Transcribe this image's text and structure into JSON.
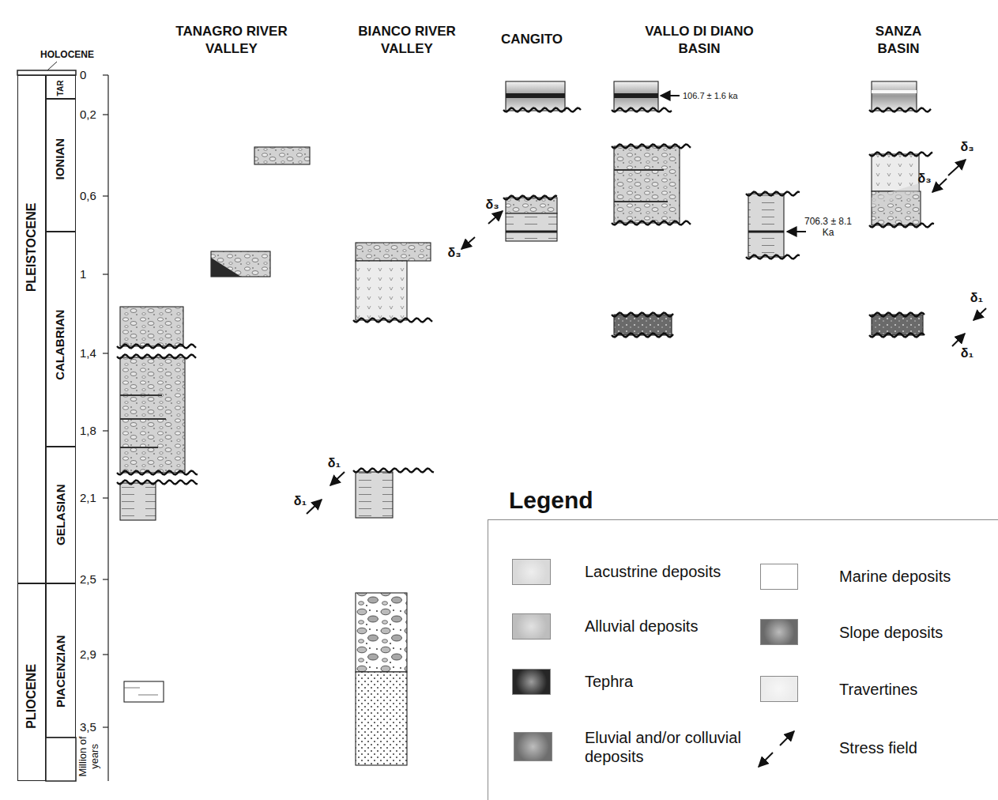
{
  "diagram": {
    "nodes": [
      {
        "text": [
          "PLEISTOCENE"
        ]
      },
      {
        "text": [
          "PLIOCENE"
        ]
      },
      {
        "text": [
          "TAR"
        ]
      },
      {
        "text": [
          "IONIAN"
        ]
      },
      {
        "text": [
          "CALABRIAN"
        ]
      },
      {
        "text": [
          "GELASIAN"
        ]
      },
      {
        "text": [
          "PIACENZIAN"
        ]
      },
      {
        "text": [
          "Legend"
        ]
      }
    ],
    "labels": [
      "HOLOCENE",
      "0",
      "0,2",
      "0,6",
      "1",
      "1,4",
      "1,8",
      "2,1",
      "2,5",
      "2,9",
      "3,5",
      "Million of years",
      "TANAGRO RIVER VALLEY",
      "BIANCO RIVER VALLEY",
      "CANGITO",
      "VALLO DI DIANO BASIN",
      "SANZA BASIN",
      "106.7 ± 1.6 ka",
      "706.3 ± 8.1 Ka",
      "δ₁",
      "δ₁",
      "δ₃",
      "δ₃",
      "δ₃",
      "δ₃",
      "δ₁",
      "δ₁"
    ],
    "legend": [
      {
        "text": "Lacustrine deposits",
        "color": "#d9d9d9"
      },
      {
        "text": "Alluvial deposits",
        "color": "#bdbdbd"
      },
      {
        "text": "Tephra",
        "color": "#262626"
      },
      {
        "text": "Eluvial and/or colluvial deposits",
        "color": "#6e6e6e"
      },
      {
        "text": "Marine deposits",
        "color": "#ffffff"
      },
      {
        "text": "Slope deposits",
        "color": "#6a6a6a"
      },
      {
        "text": "Travertines",
        "color": "#ececec"
      },
      {
        "text": "Stress field"
      }
    ]
  }
}
